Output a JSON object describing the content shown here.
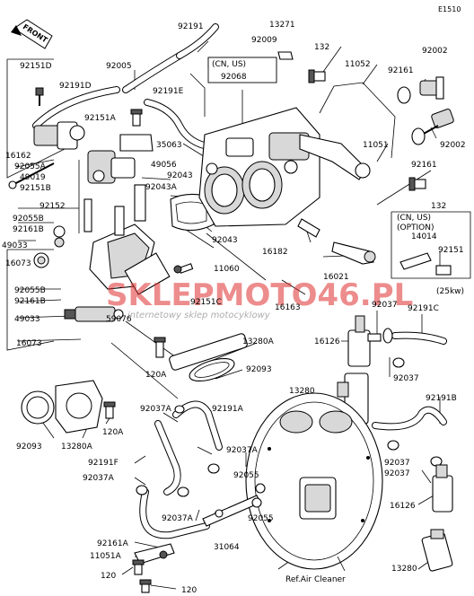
{
  "page_code": "E1510",
  "front_label": "FRONT",
  "parts": {
    "p92191_top": "92191",
    "p13271": "13271",
    "p92009": "92009",
    "p132_top": "132",
    "p11052": "11052",
    "p92002_top": "92002",
    "p92161_r1": "92161",
    "p92151D": "92151D",
    "p92005": "92005",
    "cnus_top": "(CN, US)",
    "p92068": "92068",
    "p92191D": "92191D",
    "p92191E": "92191E",
    "p92151A": "92151A",
    "p35063": "35063",
    "p16162": "16162",
    "p92055A": "92055A",
    "p49019": "49019",
    "p92151B": "92151B",
    "p49056": "49056",
    "p92043_a": "92043",
    "p92043A": "92043A",
    "p11051": "11051",
    "p92002_mid": "92002",
    "p92161_r2": "92161",
    "p132_mid": "132",
    "p92152": "92152",
    "p92055B_a": "92055B",
    "p92161B_a": "92161B",
    "p49033_a": "49033",
    "p92043_b": "92043",
    "cnus_opt": "(CN, US)",
    "option": "(OPTION)",
    "p14014": "14014",
    "p92151": "92151",
    "p25kw": "(25kw)",
    "p16182": "16182",
    "p16073_a": "16073",
    "p11060": "11060",
    "p16021": "16021",
    "p92055B_b": "92055B",
    "p92151C": "92151C",
    "p92161B_b": "92161B",
    "p16163": "16163",
    "p49033_b": "49033",
    "p59076": "59076",
    "p92037_top": "92037",
    "p92191C": "92191C",
    "p16126_a": "16126",
    "p16073_b": "16073",
    "p13280A_a": "13280A",
    "p120A_a": "120A",
    "p92093_a": "92093",
    "p92037_r": "92037",
    "p13280": "13280",
    "p92191B": "92191B",
    "p92037A_a": "92037A",
    "p92191A": "92191A",
    "p92093_b": "92093",
    "p13280A_b": "13280A",
    "p120A_b": "120A",
    "p92037A_b": "92037A",
    "p92191F": "92191F",
    "p92037A_c": "92037A",
    "p92055_a": "92055",
    "p92037_b1": "92037",
    "p92037_b2": "92037",
    "p16126_b": "16126",
    "p92037A_d": "92037A",
    "p92055_b": "92055",
    "p31064": "31064",
    "p92161A": "92161A",
    "p11051A": "11051A",
    "p120_a": "120",
    "p120_b": "120",
    "ref_air_cleaner": "Ref.Air Cleaner",
    "p13280_b": "13280"
  },
  "watermark": {
    "brand": "SKLEPMOTO46.PL",
    "tagline": "internetowy sklep motocyklowy"
  }
}
